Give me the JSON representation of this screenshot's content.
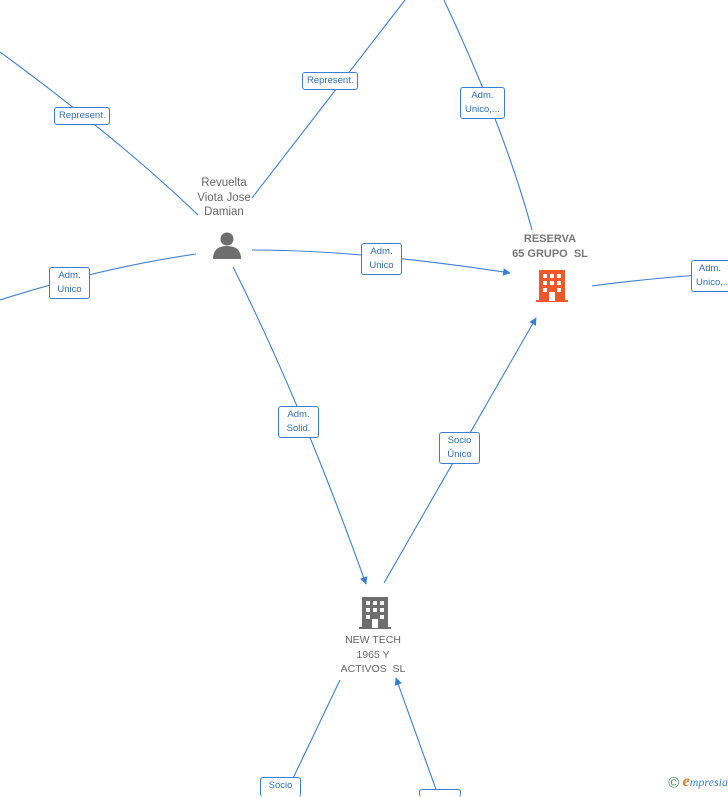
{
  "nodes": {
    "person": {
      "name": "Revuelta\nViota Jose\nDamian",
      "icon": "person-icon",
      "color": "#6e6e6e"
    },
    "reserva": {
      "name": "RESERVA\n65 GRUPO  SL",
      "icon": "building-icon",
      "color": "#f0572a"
    },
    "newtech": {
      "name": "NEW TECH\n1965 Y\nACTIVOS  SL",
      "icon": "building-icon",
      "color": "#6e6e6e"
    }
  },
  "edge_labels": {
    "represent_left": "Represent.",
    "represent_top": "Represent.",
    "adm_unico_top": "Adm.\nUnico,...",
    "adm_unico_left": "Adm.\nUnico",
    "adm_unico_mid": "Adm.\nUnico",
    "adm_unico_right": "Adm.\nUnico,...",
    "adm_solid": "Adm.\nSolid.",
    "socio_unico": "Socio\nÚnico",
    "socio_bottom": "Socio",
    "bottom_right": ""
  },
  "colors": {
    "edge": "#3a7fd5",
    "main_company": "#f0572a",
    "company": "#6e6e6e",
    "person": "#6e6e6e"
  },
  "footer": {
    "symbol": "©",
    "brand_initial": "e",
    "brand_rest": "mpresia"
  }
}
